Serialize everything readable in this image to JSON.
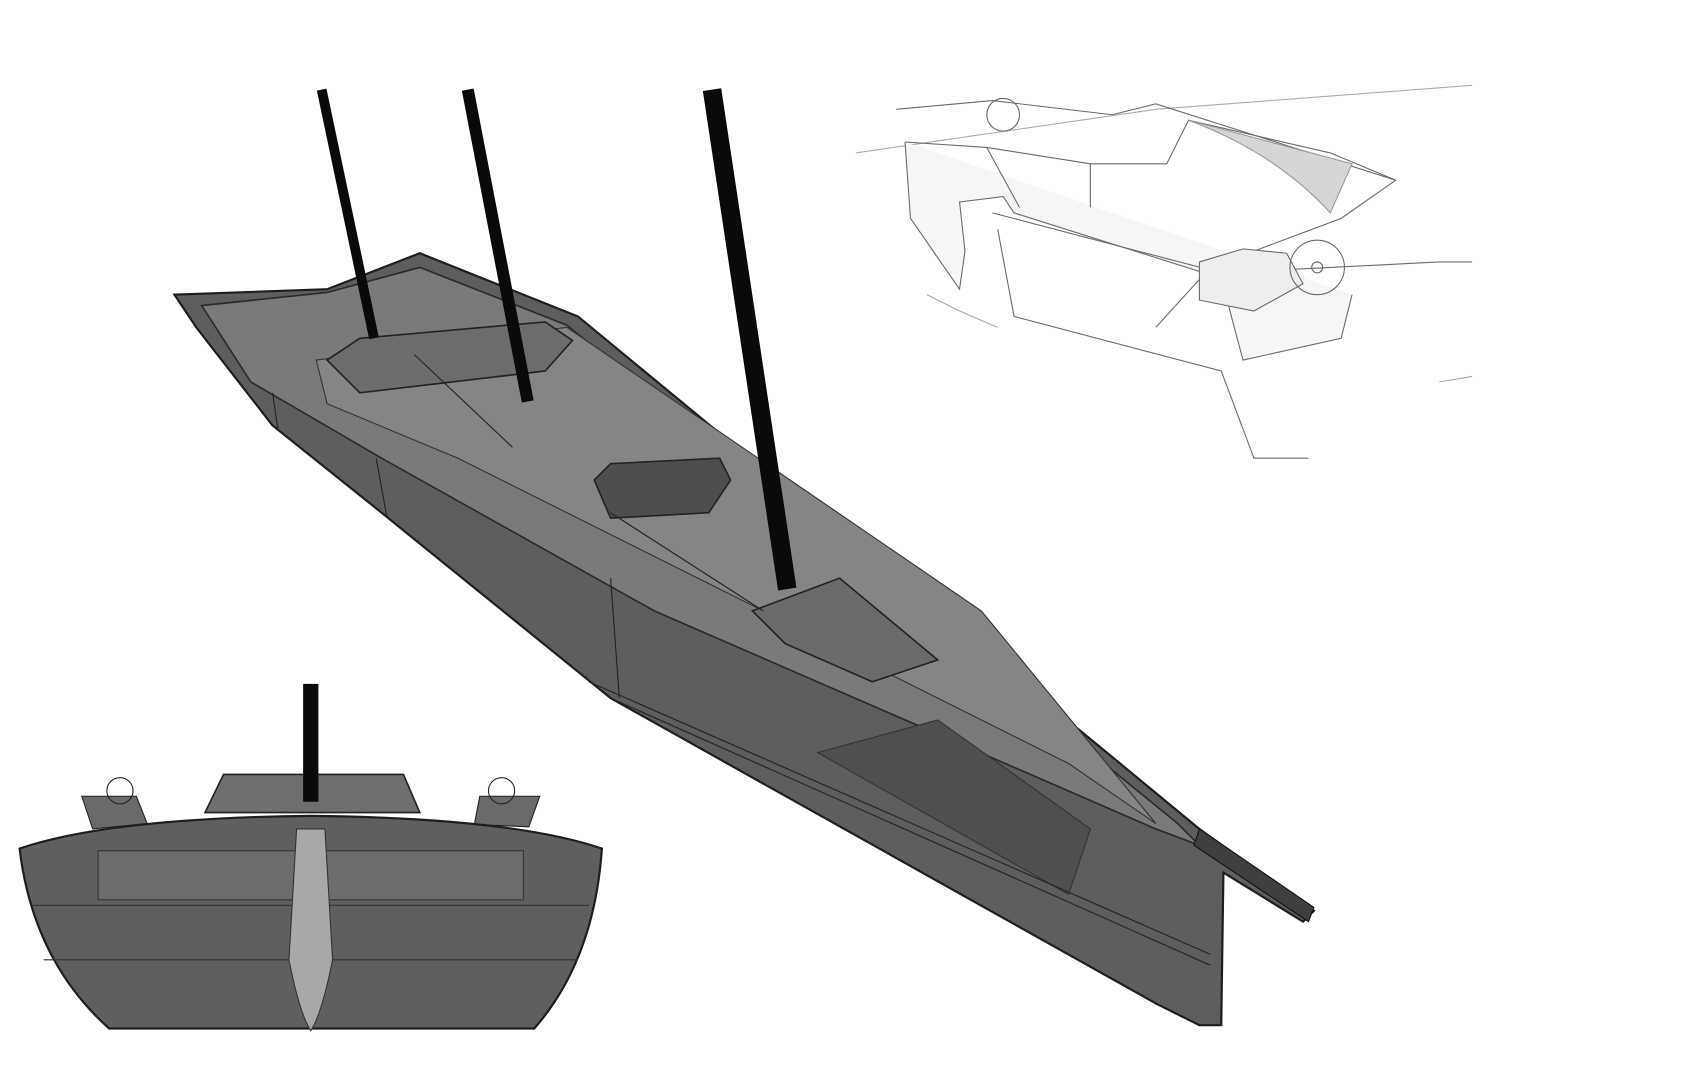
{
  "scene": {
    "subject": "sailboat-3d-model",
    "views": [
      "perspective-hull",
      "stern-view",
      "cockpit-detail"
    ]
  },
  "colors": {
    "background": "#ffffff",
    "hull": "#5e5e5e",
    "hull_dark": "#3f3f3f",
    "deck": "#7a7a7a",
    "mast": "#0a0a0a",
    "line": "#1e1e1e",
    "sketch": "#bdbdbd"
  }
}
